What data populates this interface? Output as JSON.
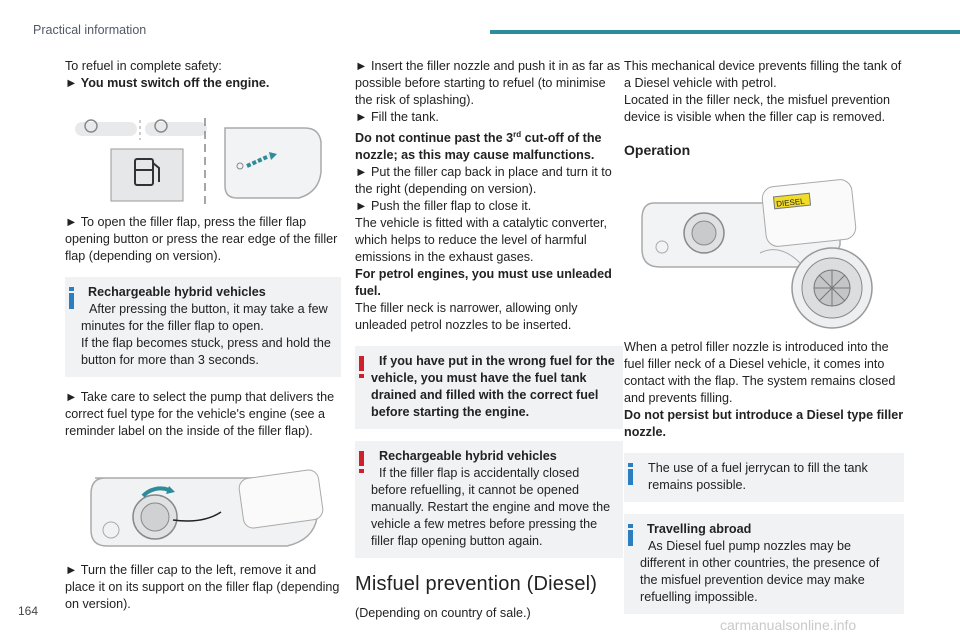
{
  "header": {
    "title": "Practical information"
  },
  "footer": {
    "page_number": "164",
    "watermark": "carmanualsonline.info"
  },
  "col1": {
    "intro": "To refuel in complete safety:",
    "step_engine": "You must switch off the engine.",
    "step_open": "To open the filler flap, press the filler flap opening button or press the rear edge of the filler flap (depending on version).",
    "note_hybrid": {
      "title": "Rechargeable hybrid vehicles",
      "line1": "After pressing the button, it may take a few minutes for the filler flap to open.",
      "line2": "If the flap becomes stuck, press and hold the button for more than 3 seconds."
    },
    "step_pump": "Take care to select the pump that delivers the correct fuel type for the vehicle's engine (see a reminder label on the inside of the filler flap).",
    "step_cap": "Turn the filler cap to the left, remove it and place it on its support on the filler flap (depending on version)."
  },
  "col2": {
    "step_insert": "Insert the filler nozzle and push it in as far as possible before starting to refuel (to minimise the risk of splashing).",
    "step_fill": "Fill the tank.",
    "warn_cutoff_pre": "Do not continue past the 3",
    "warn_cutoff_sup": "rd",
    "warn_cutoff_post": " cut-off of the nozzle; as this may cause malfunctions.",
    "step_putback": "Put the filler cap back in place and turn it to the right (depending on version).",
    "step_push": "Push the filler flap to close it.",
    "catalytic": "The vehicle is fitted with a catalytic converter, which helps to reduce the level of harmful emissions in the exhaust gases.",
    "petrol_bold": "For petrol engines, you must use unleaded fuel.",
    "neck": "The filler neck is narrower, allowing only unleaded petrol nozzles to be inserted.",
    "warn_wrong_fuel": "If you have put in the wrong fuel for the vehicle, you must have the fuel tank drained and filled with the correct fuel before starting the engine.",
    "warn_hybrid": {
      "title": "Rechargeable hybrid vehicles",
      "text": "If the filler flap is accidentally closed before refuelling, it cannot be opened manually. Restart the engine and move the vehicle a few metres before pressing the filler flap opening button again."
    },
    "section_title": "Misfuel prevention (Diesel)",
    "section_sub": "(Depending on country of sale.)"
  },
  "col3": {
    "device": "This mechanical device prevents filling the tank of a Diesel vehicle with petrol.",
    "located": "Located in the filler neck, the misfuel prevention device is visible when the filler cap is removed.",
    "operation": "Operation",
    "diesel_label": "DIESEL",
    "petrol_nozzle": "When a petrol filler nozzle is introduced into the fuel filler neck of a Diesel vehicle, it comes into contact with the flap. The system remains closed and prevents filling.",
    "do_not": "Do not persist but introduce a Diesel type filler nozzle.",
    "note_jerrycan": "The use of a fuel jerrycan to fill the tank remains possible.",
    "note_abroad": {
      "title": "Travelling abroad",
      "text": "As Diesel fuel pump nozzles may be different in other countries, the presence of the misfuel prevention device may make refuelling impossible."
    }
  },
  "colors": {
    "accent": "#2e8b9a",
    "warning": "#d0202e",
    "info": "#2b7fc1",
    "note_bg": "#f0f2f4"
  }
}
